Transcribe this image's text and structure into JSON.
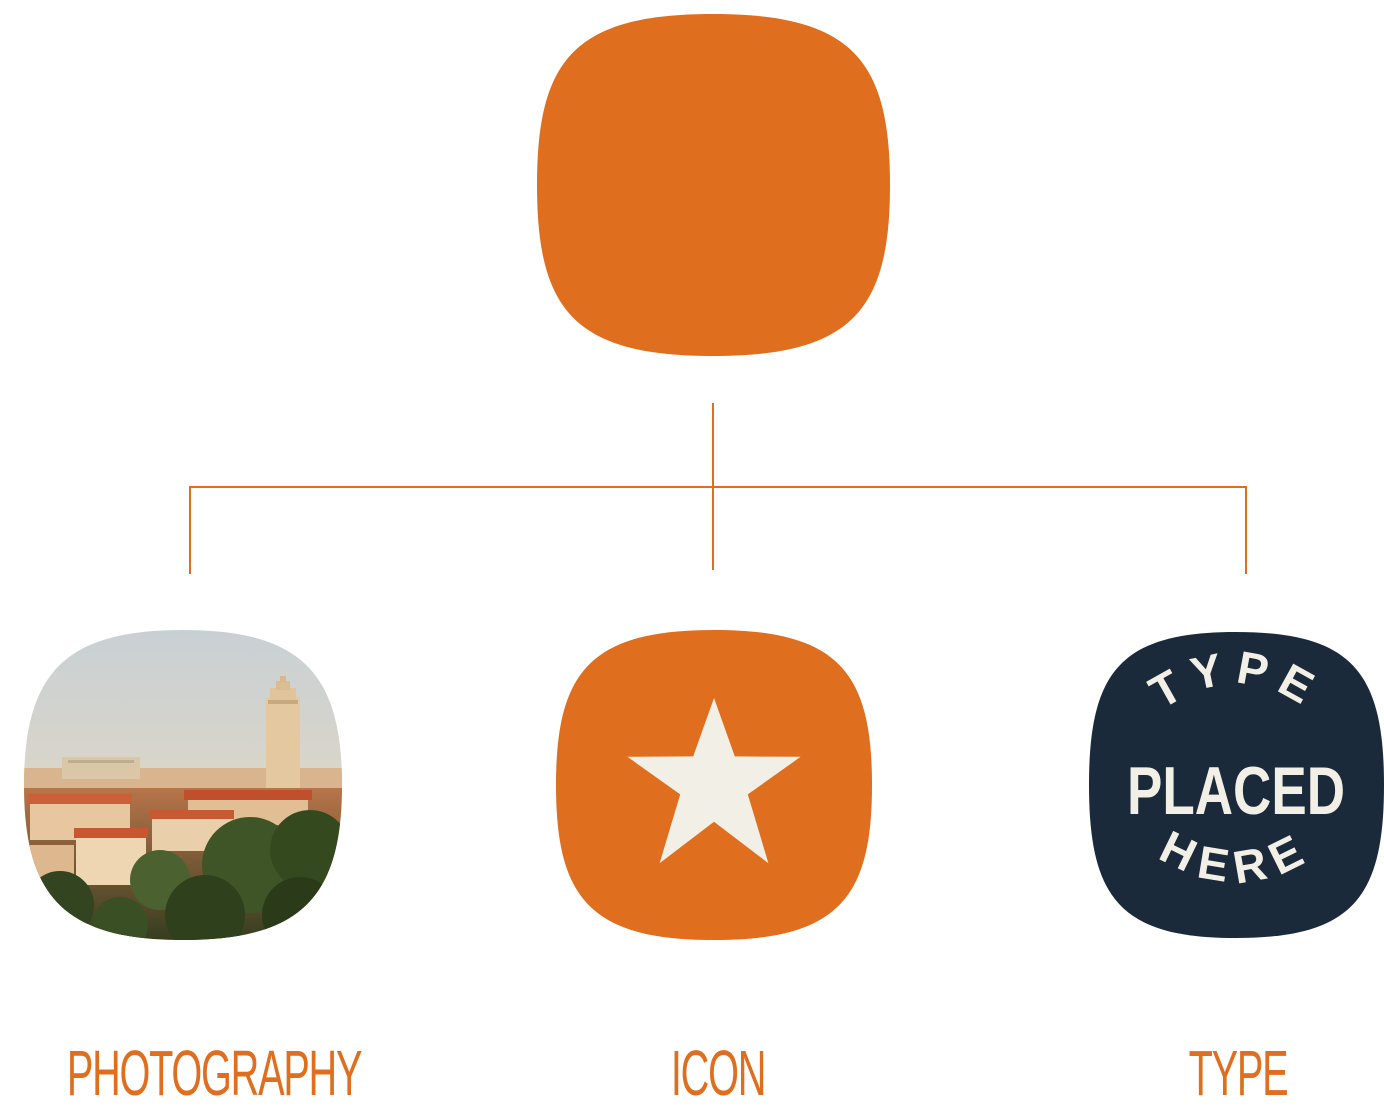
{
  "colors": {
    "brand_orange": "#DF6E1E",
    "navy": "#1B2A3A",
    "cream": "#F2EFE6",
    "background": "#FFFFFF"
  },
  "root_node": {
    "shape": "rounded-squircle",
    "fill": "#DF6E1E"
  },
  "children": [
    {
      "id": "photography",
      "caption": "PHOTOGRAPHY",
      "content": "campus-aerial-photo"
    },
    {
      "id": "icon",
      "caption": "ICON",
      "content": "star-icon"
    },
    {
      "id": "type",
      "caption": "TYPE",
      "badge_lines": [
        "TYPE",
        "PLACED",
        "HERE"
      ]
    }
  ]
}
